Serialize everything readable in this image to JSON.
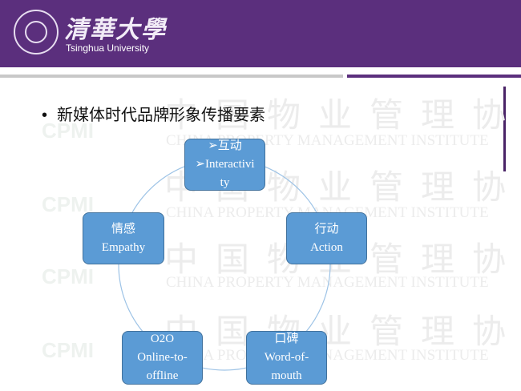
{
  "header": {
    "university_cn": "清華大學",
    "university_en": "Tsinghua University"
  },
  "watermark": {
    "cn": "中国物业管理协会",
    "en": "CHINA PROPERTY MANAGEMENT INSTITUTE",
    "logo": "CPMI"
  },
  "bullet": {
    "marker": "•",
    "text": "新媒体时代品牌形象传播要素"
  },
  "cycle": [
    {
      "lines": [
        "➢互动",
        "➢Interactivi",
        "ty"
      ]
    },
    {
      "lines": [
        "行动",
        "Action"
      ]
    },
    {
      "lines": [
        "口碑",
        "Word-of-",
        "mouth"
      ]
    },
    {
      "lines": [
        "O2O",
        "Online-to-",
        "offline"
      ]
    },
    {
      "lines": [
        "情感",
        "Empathy"
      ]
    }
  ]
}
